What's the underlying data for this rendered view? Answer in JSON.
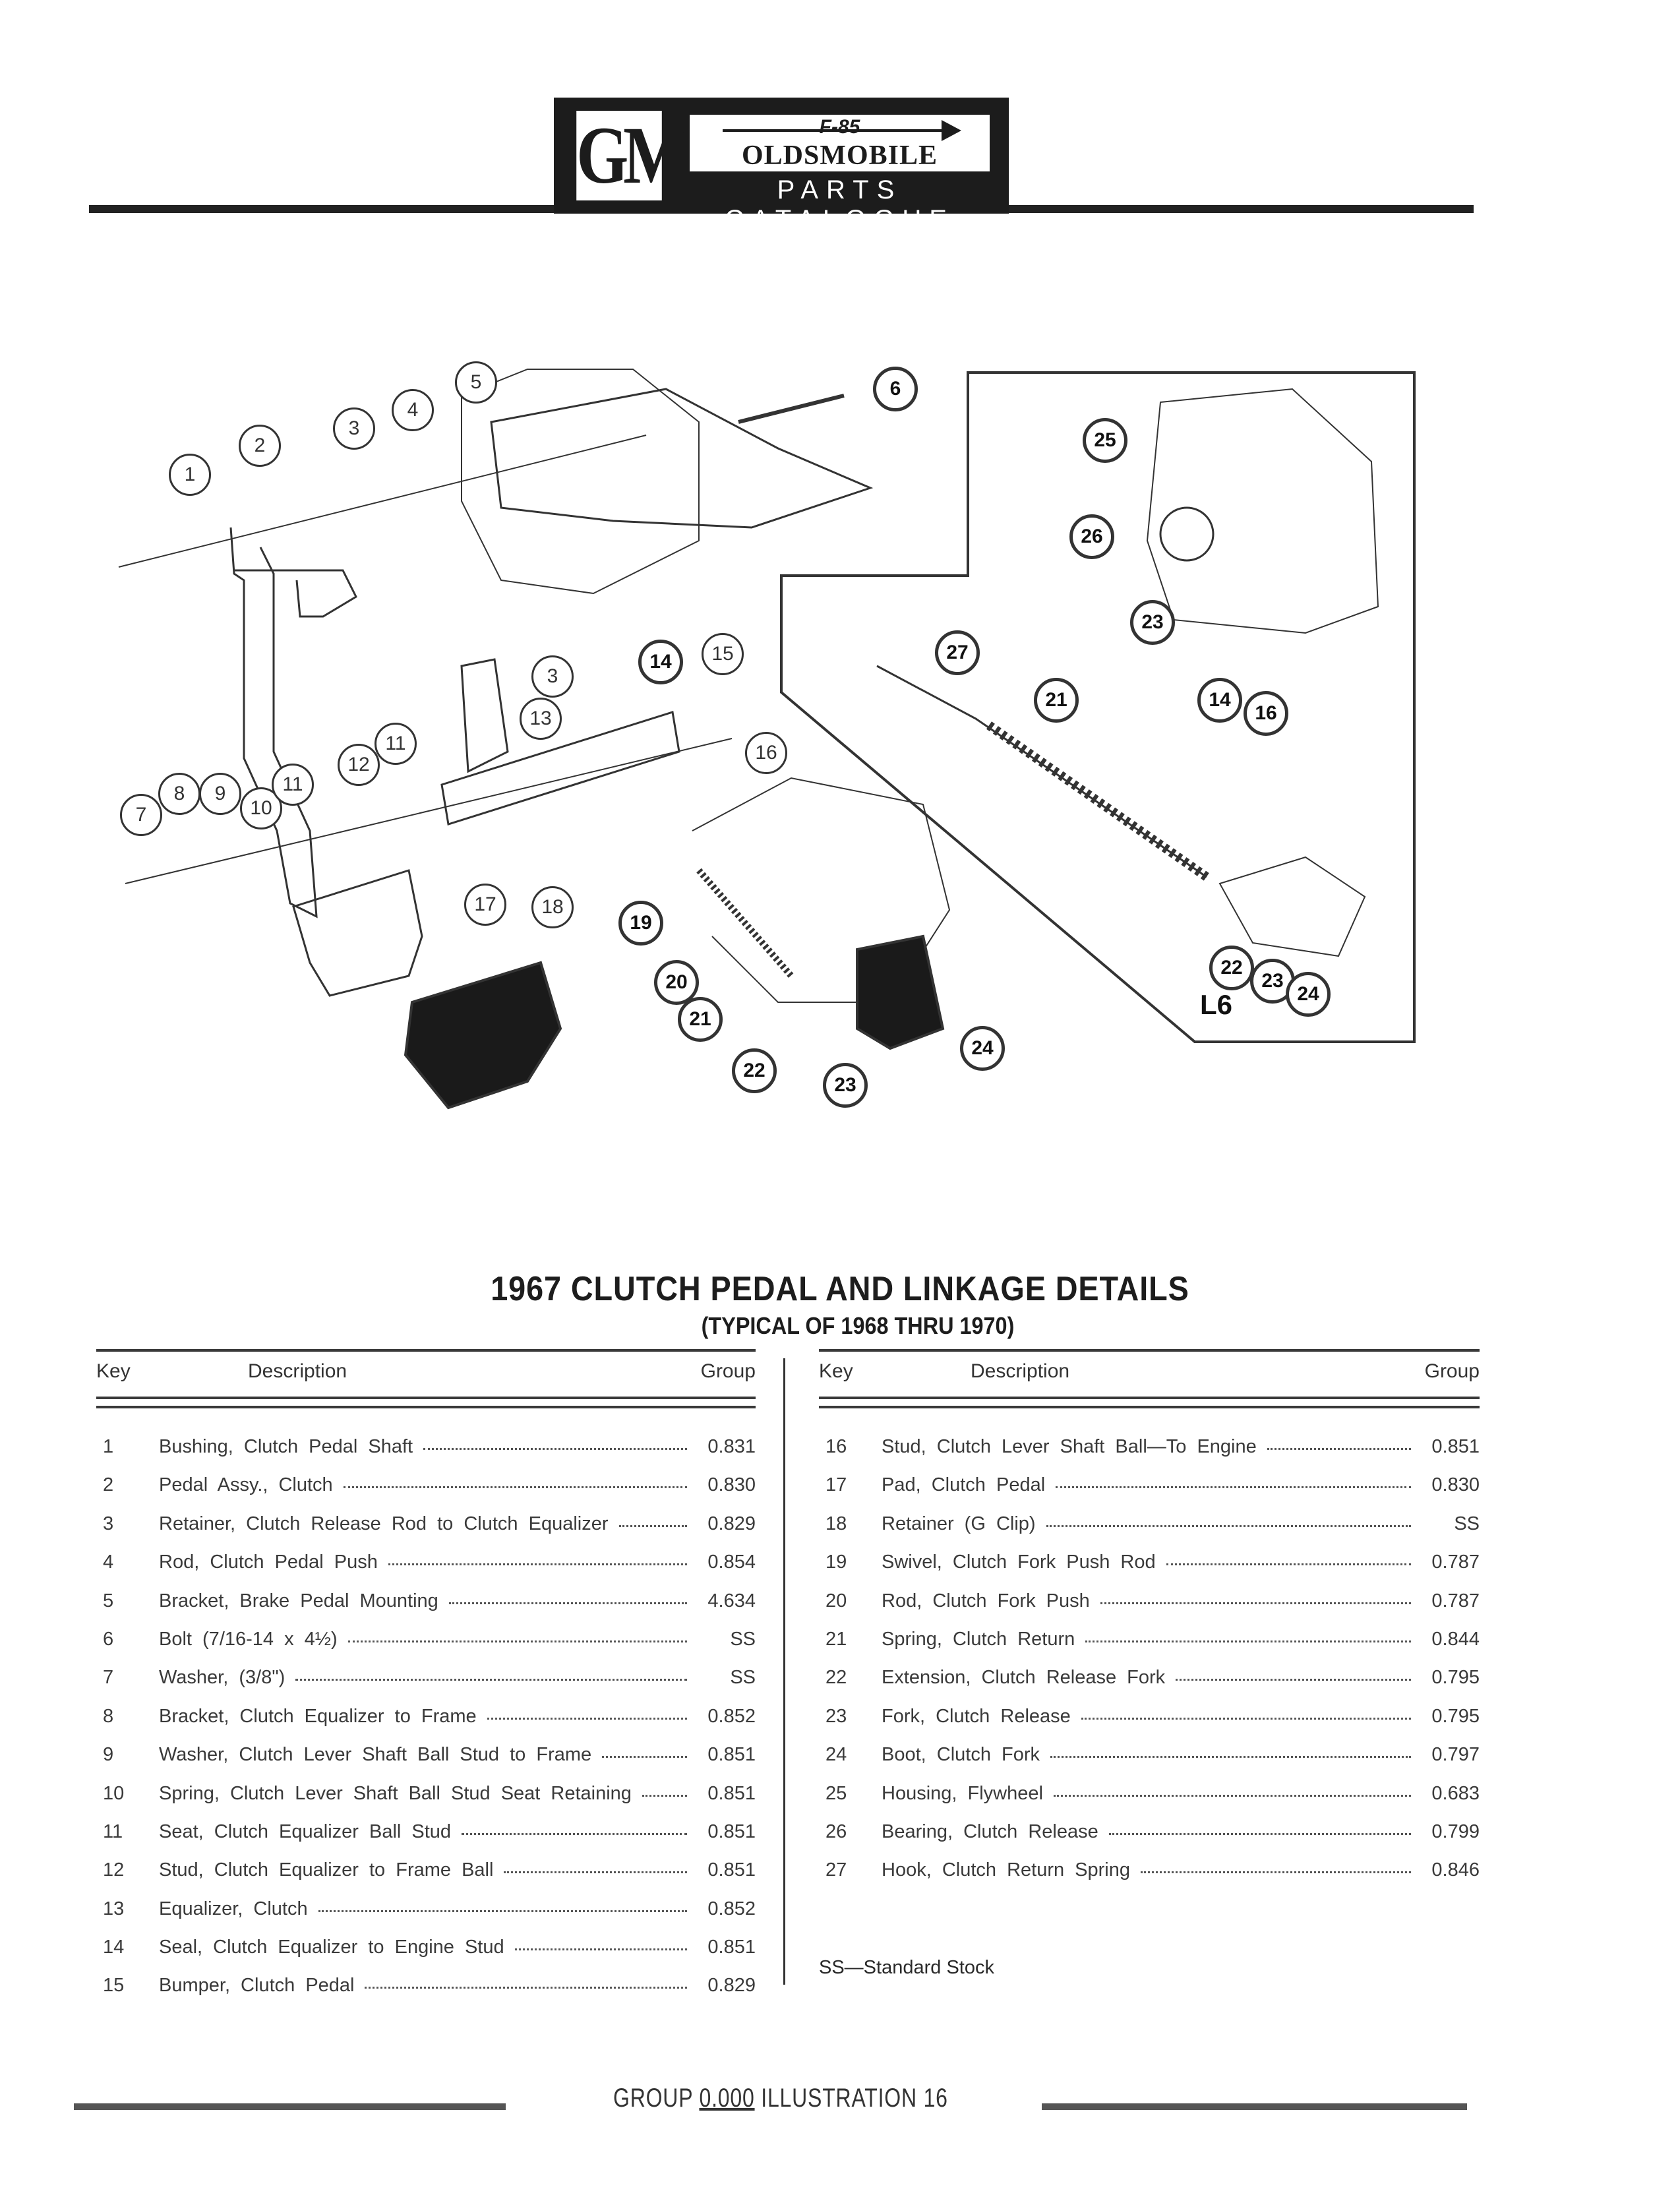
{
  "header": {
    "brand": "GM",
    "model_badge": "F-85",
    "make": "OLDSMOBILE",
    "catalogue": "PARTS CATALOGUE"
  },
  "diagram": {
    "inset_label": "L6",
    "callouts_main": [
      "1",
      "2",
      "3",
      "4",
      "5",
      "6",
      "7",
      "8",
      "9",
      "10",
      "11",
      "11",
      "12",
      "13",
      "3",
      "14",
      "15",
      "16",
      "17",
      "18",
      "19",
      "20",
      "21",
      "22",
      "23",
      "24"
    ],
    "callouts_inset": [
      "25",
      "26",
      "23",
      "27",
      "21",
      "14",
      "16",
      "22",
      "23",
      "24"
    ]
  },
  "title": "1967 CLUTCH PEDAL AND LINKAGE DETAILS",
  "subtitle": "(TYPICAL OF 1968 THRU 1970)",
  "table": {
    "headers": {
      "key": "Key",
      "description": "Description",
      "group": "Group"
    },
    "left_rows": [
      {
        "key": "1",
        "description": "Bushing, Clutch Pedal Shaft",
        "group": "0.831"
      },
      {
        "key": "2",
        "description": "Pedal Assy., Clutch",
        "group": "0.830"
      },
      {
        "key": "3",
        "description": "Retainer, Clutch Release Rod to Clutch Equalizer",
        "group": "0.829"
      },
      {
        "key": "4",
        "description": "Rod, Clutch Pedal Push",
        "group": "0.854"
      },
      {
        "key": "5",
        "description": "Bracket, Brake Pedal Mounting",
        "group": "4.634"
      },
      {
        "key": "6",
        "description": "Bolt (7/16-14 x 4½)",
        "group": "SS"
      },
      {
        "key": "7",
        "description": "Washer, (3/8\")",
        "group": "SS"
      },
      {
        "key": "8",
        "description": "Bracket, Clutch Equalizer to Frame",
        "group": "0.852"
      },
      {
        "key": "9",
        "description": "Washer, Clutch Lever Shaft Ball Stud to Frame",
        "group": "0.851"
      },
      {
        "key": "10",
        "description": "Spring, Clutch Lever Shaft Ball Stud Seat Retaining",
        "group": "0.851"
      },
      {
        "key": "11",
        "description": "Seat, Clutch Equalizer Ball Stud",
        "group": "0.851"
      },
      {
        "key": "12",
        "description": "Stud, Clutch Equalizer to Frame Ball",
        "group": "0.851"
      },
      {
        "key": "13",
        "description": "Equalizer, Clutch",
        "group": "0.852"
      },
      {
        "key": "14",
        "description": "Seal, Clutch Equalizer to Engine Stud",
        "group": "0.851"
      },
      {
        "key": "15",
        "description": "Bumper, Clutch Pedal",
        "group": "0.829"
      }
    ],
    "right_rows": [
      {
        "key": "16",
        "description": "Stud, Clutch Lever Shaft Ball—To Engine",
        "group": "0.851"
      },
      {
        "key": "17",
        "description": "Pad, Clutch Pedal",
        "group": "0.830"
      },
      {
        "key": "18",
        "description": "Retainer (G Clip)",
        "group": "SS"
      },
      {
        "key": "19",
        "description": "Swivel, Clutch Fork Push Rod",
        "group": "0.787"
      },
      {
        "key": "20",
        "description": "Rod, Clutch Fork Push",
        "group": "0.787"
      },
      {
        "key": "21",
        "description": "Spring, Clutch Return",
        "group": "0.844"
      },
      {
        "key": "22",
        "description": "Extension, Clutch Release Fork",
        "group": "0.795"
      },
      {
        "key": "23",
        "description": "Fork, Clutch Release",
        "group": "0.795"
      },
      {
        "key": "24",
        "description": "Boot, Clutch Fork",
        "group": "0.797"
      },
      {
        "key": "25",
        "description": "Housing, Flywheel",
        "group": "0.683"
      },
      {
        "key": "26",
        "description": "Bearing, Clutch Release",
        "group": "0.799"
      },
      {
        "key": "27",
        "description": "Hook, Clutch Return Spring",
        "group": "0.846"
      }
    ],
    "note": "SS—Standard Stock"
  },
  "footer": {
    "group_label": "GROUP",
    "group_value": "0.000",
    "illustration_label": "ILLUSTRATION",
    "illustration_number": "16"
  }
}
